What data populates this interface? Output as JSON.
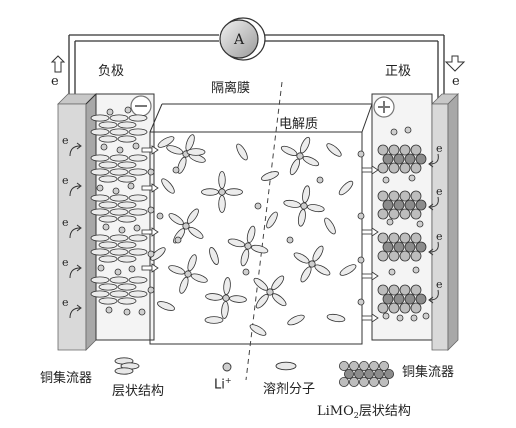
{
  "diagram": {
    "meter_label": "A",
    "electron_left": "e",
    "electron_right": "e",
    "electron_inner": "e",
    "negative_label": "负极",
    "positive_label": "正极",
    "separator_label": "隔离膜",
    "electrolyte_label": "电解质",
    "minus_symbol": "−",
    "plus_symbol": "+",
    "copper_left": "铜集流器",
    "copper_right": "铜集流器",
    "legend": {
      "layered_structure": "层状结构",
      "li_ion": "Li",
      "li_sup": "+",
      "solvent": "溶剂分子",
      "limo_prefix": "LiMO",
      "limo_sub": "2",
      "limo_suffix": "层状结构"
    },
    "colors": {
      "outline": "#333333",
      "collector": "#d9d9d9",
      "collector_dark": "#a8a8a8",
      "ion_fill": "#cfcfcf",
      "metal_fill": "#8c8c8c"
    }
  }
}
